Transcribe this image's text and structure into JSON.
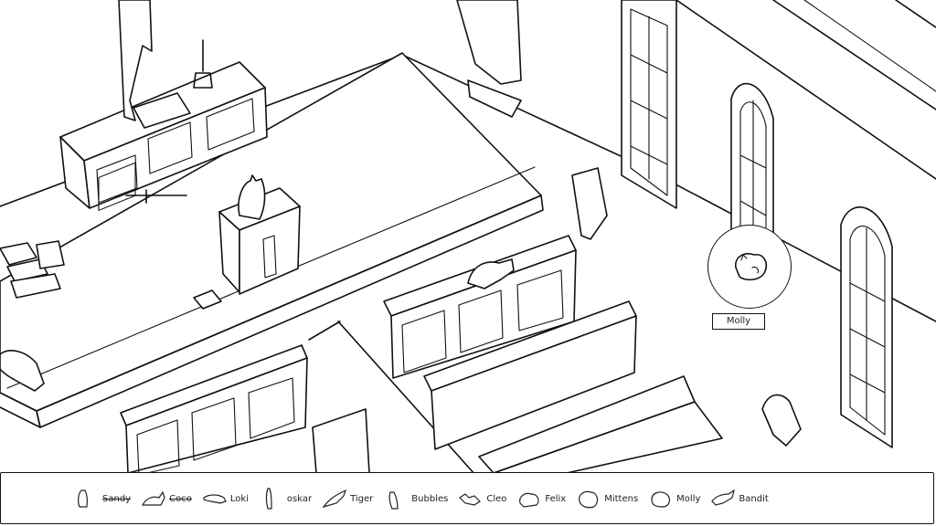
{
  "hovered_cat": {
    "label": "Molly",
    "icon": "cat-curled-icon"
  },
  "cats": [
    {
      "name": "Sandy",
      "found": true,
      "icon": "cat-sitting-icon"
    },
    {
      "name": "Coco",
      "found": true,
      "icon": "cat-crouching-icon"
    },
    {
      "name": "Loki",
      "found": false,
      "icon": "cat-stretching-icon"
    },
    {
      "name": "oskar",
      "found": false,
      "icon": "cat-upright-icon"
    },
    {
      "name": "Tiger",
      "found": false,
      "icon": "cat-leaping-icon"
    },
    {
      "name": "Bubbles",
      "found": false,
      "icon": "cat-standing-icon"
    },
    {
      "name": "Cleo",
      "found": false,
      "icon": "cat-lying-icon"
    },
    {
      "name": "Felix",
      "found": false,
      "icon": "cat-loaf-icon"
    },
    {
      "name": "Mittens",
      "found": false,
      "icon": "cat-round-icon"
    },
    {
      "name": "Molly",
      "found": false,
      "icon": "cat-curled-icon"
    },
    {
      "name": "Bandit",
      "found": false,
      "icon": "cat-pouncing-icon"
    }
  ]
}
